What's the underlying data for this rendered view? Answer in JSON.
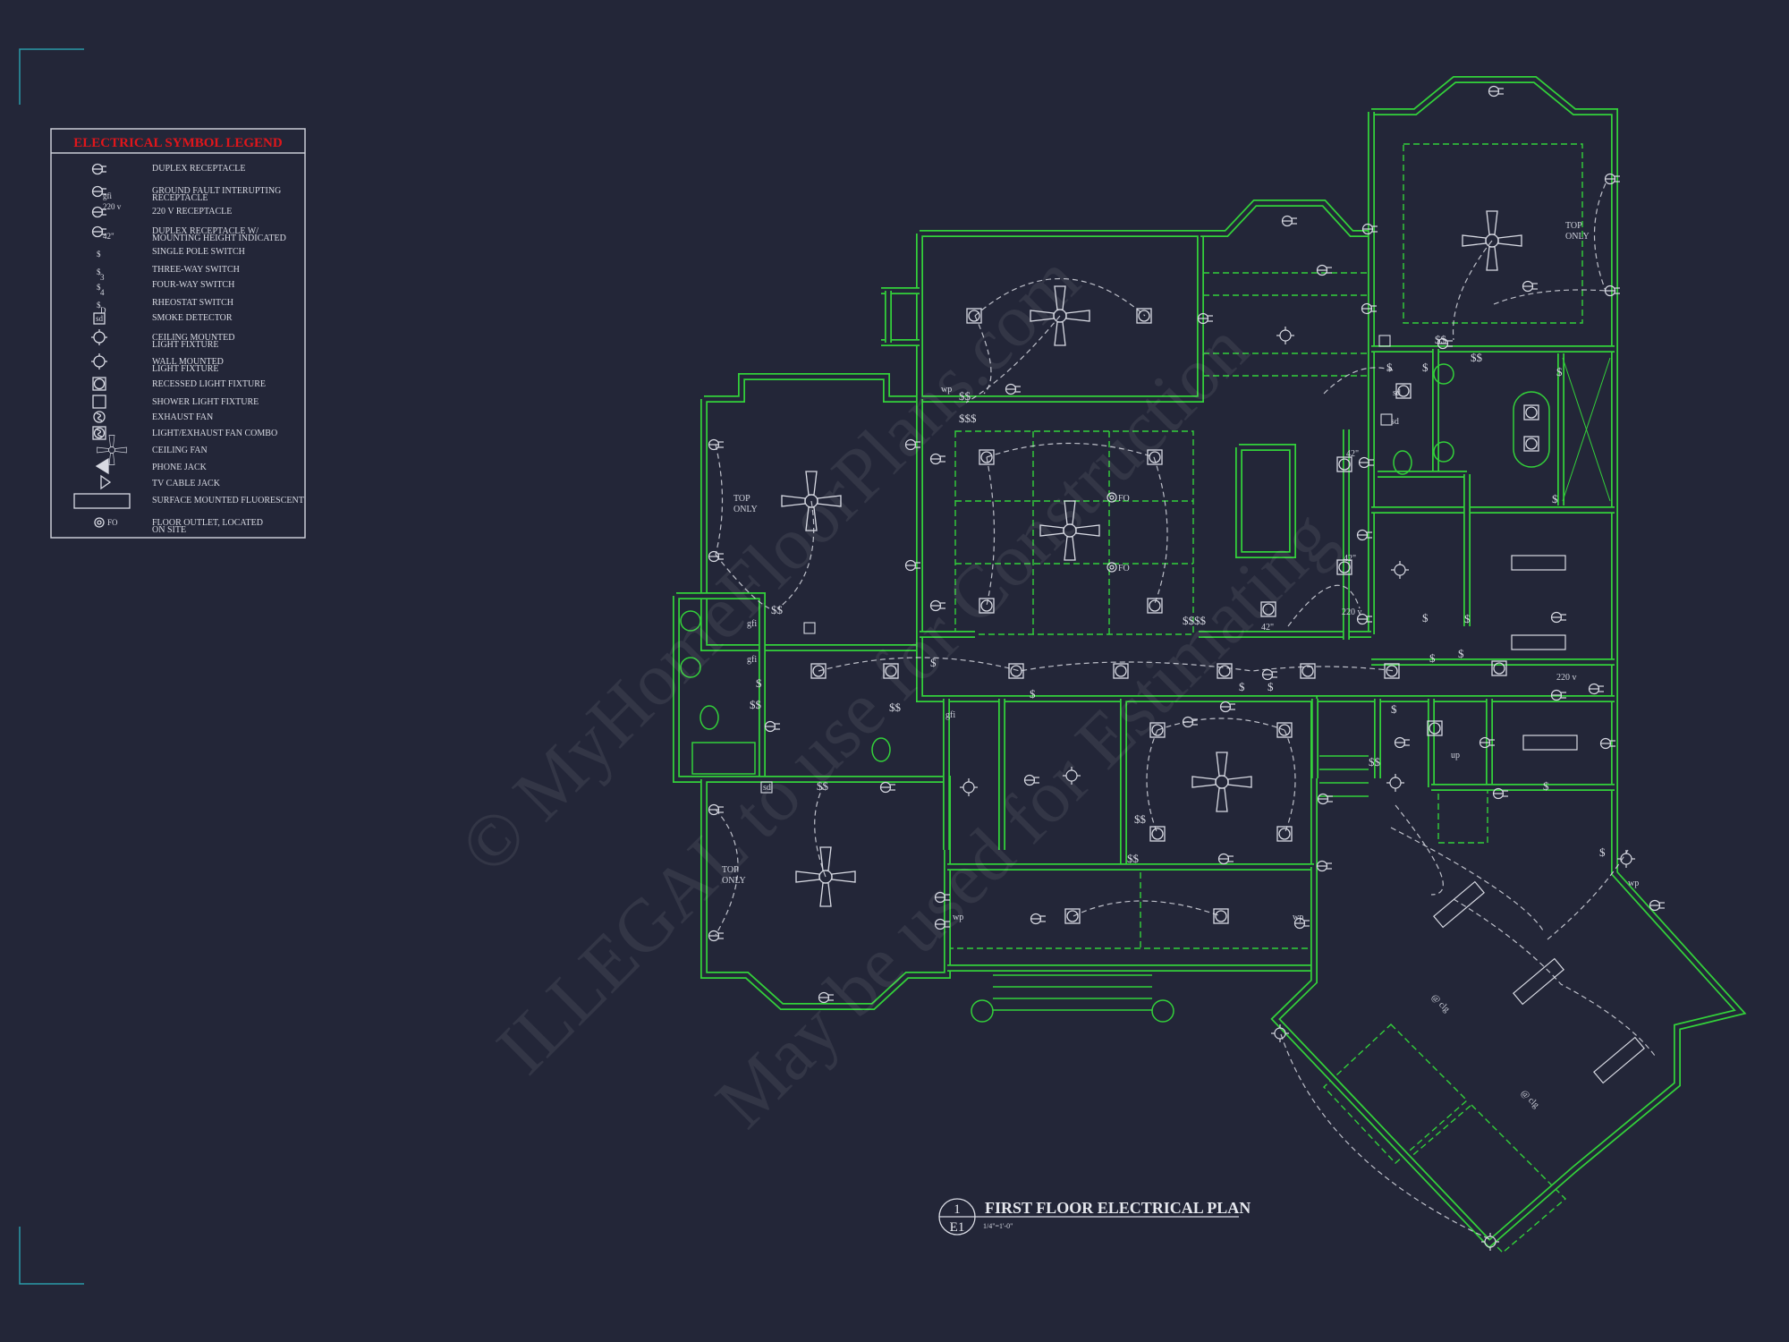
{
  "colors": {
    "background": "#232638",
    "walls": "#33d13a",
    "symbols": "#d8dae3",
    "legend_title": "#e0161b",
    "corner_marks": "#2a9aa8"
  },
  "legend": {
    "title": "ELECTRICAL SYMBOL LEGEND",
    "items": [
      {
        "icon": "duplex-receptacle-icon",
        "lines": [
          "DUPLEX RECEPTACLE"
        ]
      },
      {
        "icon": "gfi-receptacle-icon",
        "lines": [
          "GROUND FAULT INTERUPTING",
          "RECEPTACLE"
        ],
        "tag": "gfi"
      },
      {
        "icon": "220v-receptacle-icon",
        "lines": [
          "220 V RECEPTACLE"
        ],
        "tag": "220 v"
      },
      {
        "icon": "mounted-receptacle-icon",
        "lines": [
          "DUPLEX RECEPTACLE W/",
          "MOUNTING HEIGHT INDICATED"
        ],
        "tag": "42\""
      },
      {
        "icon": "single-pole-switch-icon",
        "lines": [
          "SINGLE POLE SWITCH"
        ],
        "tag": "$"
      },
      {
        "icon": "three-way-switch-icon",
        "lines": [
          "THREE-WAY SWITCH"
        ],
        "tag": "3"
      },
      {
        "icon": "four-way-switch-icon",
        "lines": [
          "FOUR-WAY SWITCH"
        ],
        "tag": "4"
      },
      {
        "icon": "rheostat-switch-icon",
        "lines": [
          "RHEOSTAT SWITCH"
        ],
        "tag": "D"
      },
      {
        "icon": "smoke-detector-icon",
        "lines": [
          "SMOKE DETECTOR"
        ],
        "tag": "sd"
      },
      {
        "icon": "ceiling-light-icon",
        "lines": [
          "CEILING MOUNTED",
          "LIGHT FIXTURE"
        ]
      },
      {
        "icon": "wall-light-icon",
        "lines": [
          "WALL MOUNTED",
          "LIGHT FIXTURE"
        ]
      },
      {
        "icon": "recessed-light-icon",
        "lines": [
          "RECESSED LIGHT FIXTURE"
        ]
      },
      {
        "icon": "shower-light-icon",
        "lines": [
          "SHOWER LIGHT FIXTURE"
        ]
      },
      {
        "icon": "exhaust-fan-icon",
        "lines": [
          "EXHAUST FAN"
        ]
      },
      {
        "icon": "light-exhaust-fan-icon",
        "lines": [
          "LIGHT/EXHAUST FAN COMBO"
        ]
      },
      {
        "icon": "ceiling-fan-icon",
        "lines": [
          "CEILING FAN"
        ]
      },
      {
        "icon": "phone-jack-icon",
        "lines": [
          "PHONE JACK"
        ]
      },
      {
        "icon": "tv-cable-jack-icon",
        "lines": [
          "TV CABLE JACK"
        ]
      },
      {
        "icon": "fluorescent-light-icon",
        "lines": [
          "SURFACE MOUNTED FLUORESCENT"
        ]
      },
      {
        "icon": "floor-outlet-icon",
        "lines": [
          "FLOOR OUTLET, LOCATED",
          "ON SITE"
        ],
        "tag": "FO"
      }
    ]
  },
  "plan": {
    "labels": [
      "TOP",
      "ONLY",
      "TOP",
      "ONLY",
      "TOP",
      "ONLY",
      "wp",
      "wp",
      "wp",
      "wp",
      "FO",
      "FO",
      "220 v",
      "220 v",
      "42\"",
      "42\"",
      "42\"",
      "gfi",
      "gfi",
      "gfi",
      "sd",
      "sd",
      "sd",
      "up",
      "@ clg",
      "@ clg"
    ]
  },
  "title_block": {
    "detail_number": "1",
    "sheet_number": "E1",
    "title": "FIRST FLOOR ELECTRICAL PLAN",
    "scale": "1/4\"=1'-0\""
  },
  "watermark": [
    "© MyHomeFloorPlans.com",
    "ILLEGAL to use for Construction",
    "May be used for Estimating"
  ]
}
